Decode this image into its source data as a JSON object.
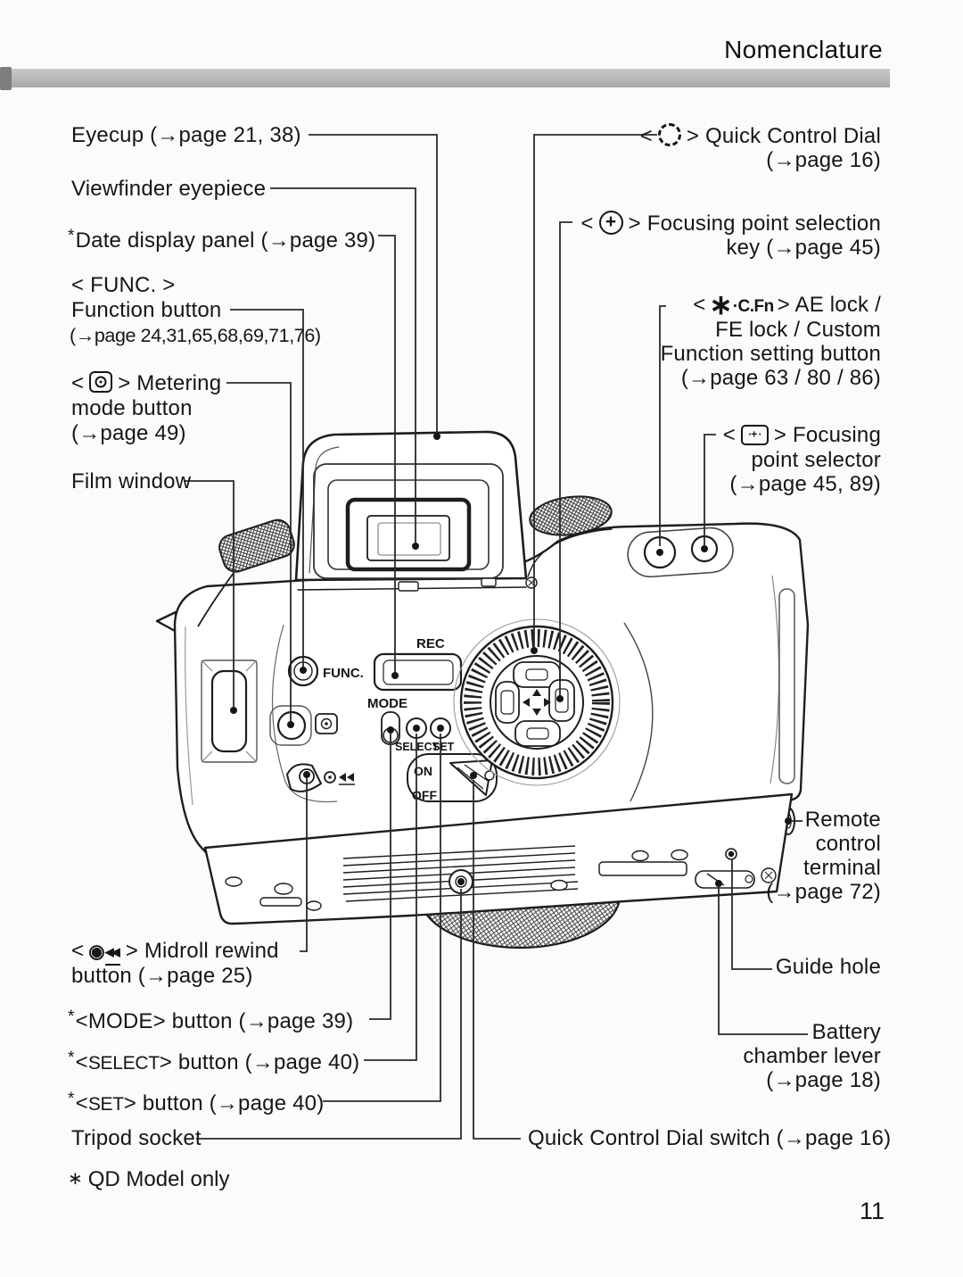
{
  "page": {
    "title": "Nomenclature",
    "number": "11",
    "footnote_star": "∗",
    "footnote": "QD Model only"
  },
  "colors": {
    "divider_bar": "#b4b4b4",
    "ink": "#1a1a1a",
    "paper": "#fbfbfa"
  },
  "diagram_text": {
    "rec": "REC",
    "func": "FUNC.",
    "mode": "MODE",
    "select": "SELECT",
    "set": "SET",
    "on": "ON",
    "off": "OFF"
  },
  "icons": {
    "metering_icon": "rounded box with spot-metering circle-dot",
    "qcd_icon": "ridged quick-control-dial circle",
    "focus_key_icon": "circle with 4-way cross key",
    "focus_selector_icon": "rounded box with focusing points",
    "ae_lock_icon": "asterisk star",
    "midroll_icon": "circle-dot with double left arrows underlined"
  },
  "labels": {
    "eyecup": {
      "text": "Eyecup (→page 21, 38)"
    },
    "viewfinder": {
      "text": "Viewfinder eyepiece"
    },
    "date_panel": {
      "star": "*",
      "text": "Date display panel (→page 39)"
    },
    "function_button": {
      "line1": "< FUNC. >",
      "line2": "Function button",
      "line3": "(→page 24,31,65,68,69,71,76)"
    },
    "metering": {
      "pre": "<",
      "post": "> Metering",
      "line2": "mode button",
      "line3": "(→page 49)"
    },
    "film_window": {
      "text": "Film window"
    },
    "qcd": {
      "pre": "<",
      "post": "> Quick Control Dial",
      "line2": "(→page 16)"
    },
    "focus_key": {
      "pre": "<",
      "post": "> Focusing point selection",
      "line2": "key (→page 45)"
    },
    "ae_lock": {
      "pre": "<",
      "star": "∗",
      "cfn": "·C.Fn",
      "post": "> AE lock /",
      "line2": "FE lock / Custom",
      "line3": "Function setting button",
      "line4": "(→page 63 / 80 / 86)"
    },
    "focus_selector": {
      "pre": "<",
      "post": "> Focusing",
      "line2": "point selector",
      "line3": "(→page 45, 89)"
    },
    "remote": {
      "line1": "Remote",
      "line2": "control",
      "line3": "terminal",
      "line4": "(→page 72)"
    },
    "guide_hole": {
      "text": "Guide hole"
    },
    "battery": {
      "line1": "Battery",
      "line2": "chamber lever",
      "line3": "(→page 18)"
    },
    "midroll": {
      "pre": "<",
      "icon_circle": "◉",
      "icon_arrows": "◀◀",
      "post": "> Midroll rewind",
      "line2": "button (→page 25)"
    },
    "mode_btn": {
      "star": "*",
      "pre": "<",
      "word": "MODE",
      "post": "> button (→page 39)"
    },
    "select_btn": {
      "star": "*",
      "pre": "<",
      "word": "SELECT",
      "post": "> button (→page 40)"
    },
    "set_btn": {
      "star": "*",
      "pre": "<",
      "word": "SET",
      "post": "> button (→page 40)"
    },
    "tripod": {
      "text": "Tripod socket"
    },
    "qcd_switch": {
      "text": "Quick Control Dial switch (→page 16)"
    }
  }
}
